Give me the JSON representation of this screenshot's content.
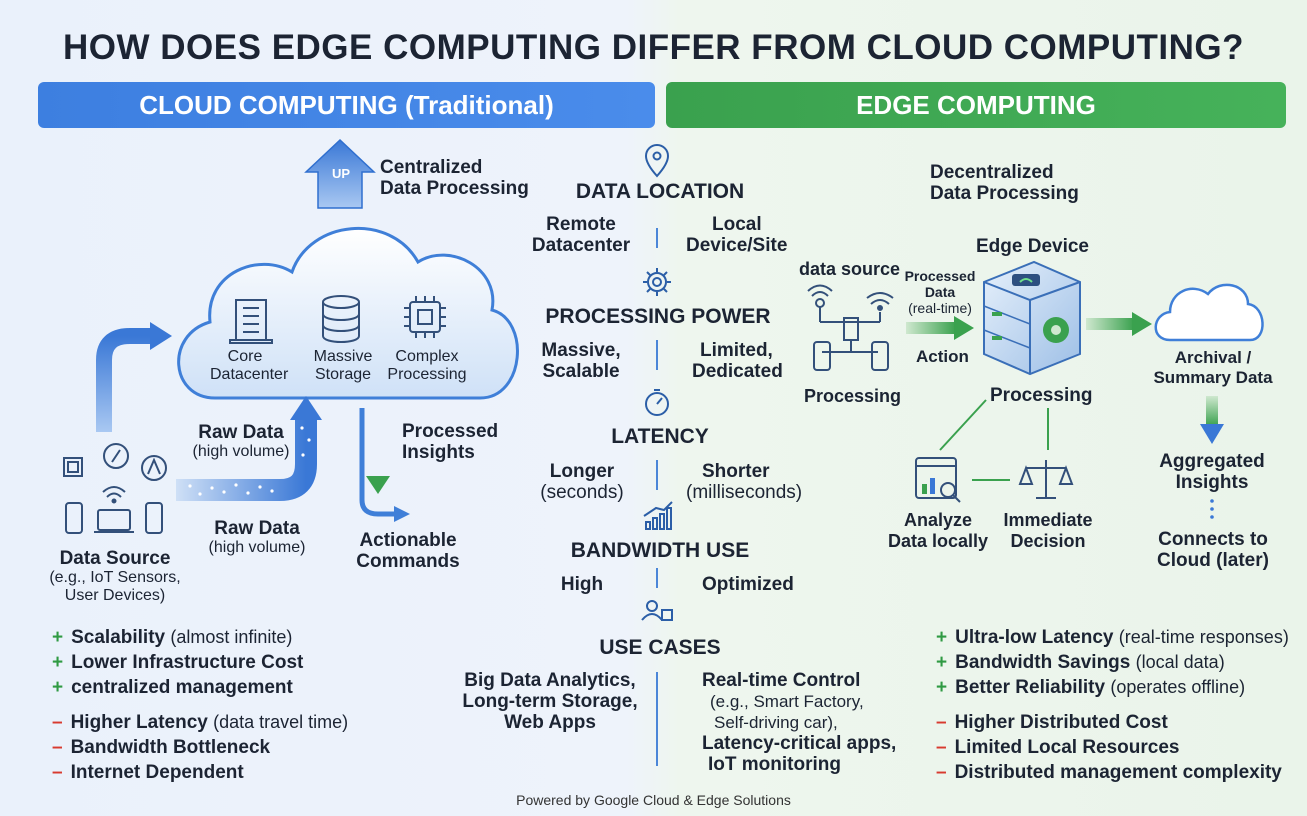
{
  "title": "HOW DOES EDGE COMPUTING DIFFER FROM CLOUD COMPUTING?",
  "banners": {
    "cloud": "CLOUD COMPUTING (Traditional)",
    "edge": "EDGE COMPUTING"
  },
  "colors": {
    "cloud_blue": "#3d7fe0",
    "edge_green": "#3aa14e",
    "plus": "#2f9a43",
    "minus": "#d83a2f"
  },
  "cloud": {
    "up_label": "UP",
    "central_processing": [
      "Centralized",
      "Data Processing"
    ],
    "core_datacenter": [
      "Core",
      "Datacenter"
    ],
    "massive_storage": [
      "Massive",
      "Storage"
    ],
    "complex_processing": [
      "Complex",
      "Processing"
    ],
    "raw_data_1": {
      "title": "Raw Data",
      "sub": "(high volume)"
    },
    "raw_data_2": {
      "title": "Raw Data",
      "sub": "(high volume)"
    },
    "processed_insights": [
      "Processed",
      "Insights"
    ],
    "actionable_commands": [
      "Actionable",
      "Commands"
    ],
    "data_source": {
      "title": "Data Source",
      "sub1": "(e.g., IoT Sensors,",
      "sub2": "User Devices)"
    },
    "pros": [
      {
        "main": "Scalability",
        "note": "(almost infinite)"
      },
      {
        "main": "Lower Infrastructure Cost",
        "note": ""
      },
      {
        "main": "centralized management",
        "note": ""
      }
    ],
    "cons": [
      {
        "main": "Higher Latency",
        "note": "(data travel time)"
      },
      {
        "main": "Bandwidth Bottleneck",
        "note": ""
      },
      {
        "main": "Internet Dependent",
        "note": ""
      }
    ]
  },
  "comparison": [
    {
      "heading": "DATA LOCATION",
      "icon": "location-pin-icon",
      "left": [
        "Remote",
        "Datacenter"
      ],
      "right": [
        "Local",
        "Device/Site"
      ]
    },
    {
      "heading": "PROCESSING POWER",
      "icon": "gear-icon",
      "left": [
        "Massive,",
        "Scalable"
      ],
      "right": [
        "Limited,",
        "Dedicated"
      ]
    },
    {
      "heading": "LATENCY",
      "icon": "stopwatch-icon",
      "left": [
        "Longer",
        "(seconds)"
      ],
      "right": [
        "Shorter",
        "(milliseconds)"
      ]
    },
    {
      "heading": "BANDWIDTH USE",
      "icon": "bar-chart-icon",
      "left": [
        "High"
      ],
      "right": [
        "Optimized"
      ]
    },
    {
      "heading": "USE CASES",
      "icon": "users-icon",
      "left": [
        "Big Data Analytics,",
        "Long-term Storage,",
        "Web Apps"
      ],
      "right": [
        "Real-time Control",
        "(e.g., Smart Factory,",
        "Self-driving car),",
        "Latency-critical apps,",
        "IoT monitoring"
      ]
    }
  ],
  "edge": {
    "decentralized": [
      "Decentralized",
      "Data Processing"
    ],
    "data_source": "data source",
    "processing_left": "Processing",
    "processed_data": [
      "Processed",
      "Data",
      "(real-time)"
    ],
    "action": "Action",
    "edge_device": "Edge Device",
    "processing_center": "Processing",
    "archival": [
      "Archival /",
      "Summary Data"
    ],
    "aggregated": [
      "Aggregated",
      "Insights"
    ],
    "connects": [
      "Connects to",
      "Cloud (later)"
    ],
    "analyze": [
      "Analyze",
      "Data locally"
    ],
    "decision": [
      "Immediate",
      "Decision"
    ],
    "pros": [
      {
        "main": "Ultra-low Latency",
        "note": "(real-time responses)"
      },
      {
        "main": "Bandwidth Savings",
        "note": "(local data)"
      },
      {
        "main": "Better Reliability",
        "note": "(operates offline)"
      }
    ],
    "cons": [
      {
        "main": "Higher Distributed Cost",
        "note": ""
      },
      {
        "main": "Limited Local Resources",
        "note": ""
      },
      {
        "main": "Distributed management complexity",
        "note": ""
      }
    ]
  },
  "footer": "Powered by Google Cloud & Edge Solutions"
}
